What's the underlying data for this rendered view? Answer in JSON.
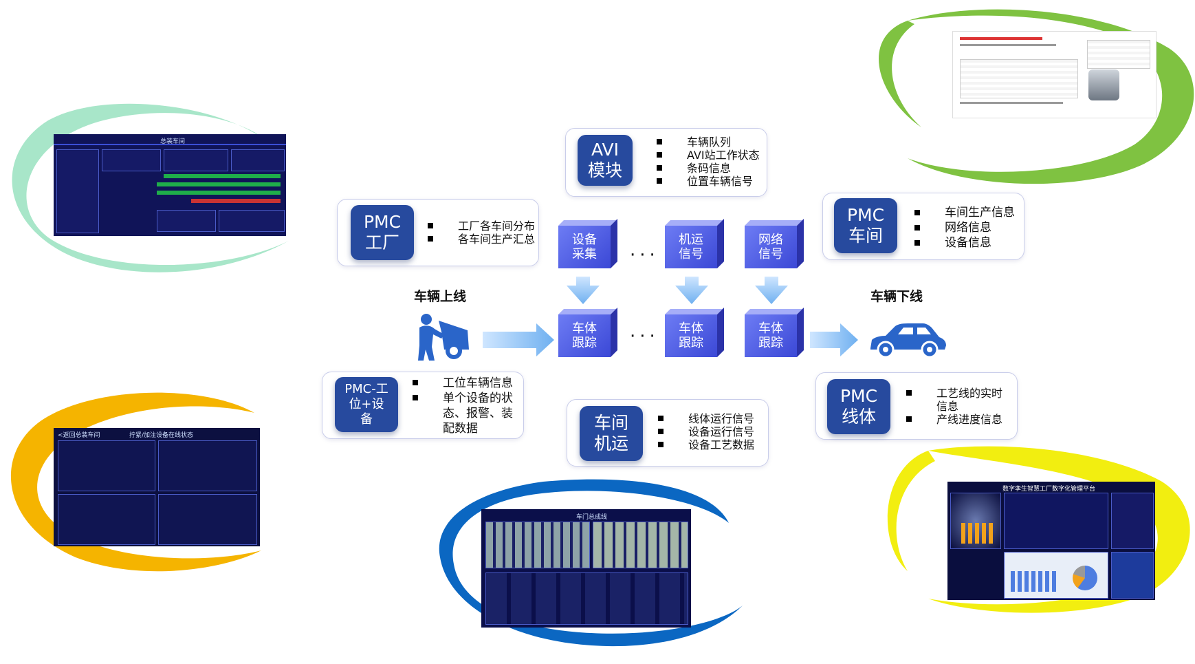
{
  "modules": {
    "avi": {
      "title": "AVI\n模块",
      "items": [
        "车辆队列",
        "AVI站工作状态",
        "条码信息",
        "位置车辆信号"
      ]
    },
    "pmc_factory": {
      "title": "PMC\n工厂",
      "items": [
        "工厂各车间分布",
        "各车间生产汇总"
      ]
    },
    "pmc_workshop": {
      "title": "PMC\n车间",
      "items": [
        "车间生产信息",
        "网络信息",
        "设备信息"
      ]
    },
    "pmc_station": {
      "title": "PMC-工\n位+设\n备",
      "items": [
        "工位车辆信息",
        "单个设备的状\n态、报警、装\n配数据"
      ]
    },
    "workshop_transport": {
      "title": "车间\n机运",
      "items": [
        "线体运行信号",
        "设备运行信号",
        "设备工艺数据"
      ]
    },
    "pmc_line": {
      "title": "PMC\n线体",
      "items": [
        "工艺线的实时\n信息",
        "产线进度信息"
      ]
    }
  },
  "cubes": {
    "top": [
      "设备\n采集",
      "机运\n信号",
      "网络\n信号"
    ],
    "bottom": [
      "车体\n跟踪",
      "车体\n跟踪",
      "车体\n跟踪"
    ]
  },
  "flow": {
    "start": "车辆上线",
    "end": "车辆下线",
    "ellipsis": "···"
  },
  "screens": {
    "top_left": "总装车间",
    "bottom_left_back": "<返回总装车间",
    "bottom_left_title": "拧紧/加注设备在线状态",
    "bottom_center": "车门总成线",
    "bottom_right": "数字孪生智慧工厂数字化管理平台"
  },
  "icons": {
    "worker": "mechanic-icon",
    "car": "car-icon"
  },
  "colors": {
    "badge": "#274a9e",
    "cube": "#4652e0",
    "arrow": "#8cc0f2",
    "ring_green_top_left": "#a8e6c9",
    "ring_green_top_right": "#7fc241",
    "ring_orange": "#f5b400",
    "ring_blue": "#0b67c2",
    "ring_yellow": "#f2ee10"
  }
}
